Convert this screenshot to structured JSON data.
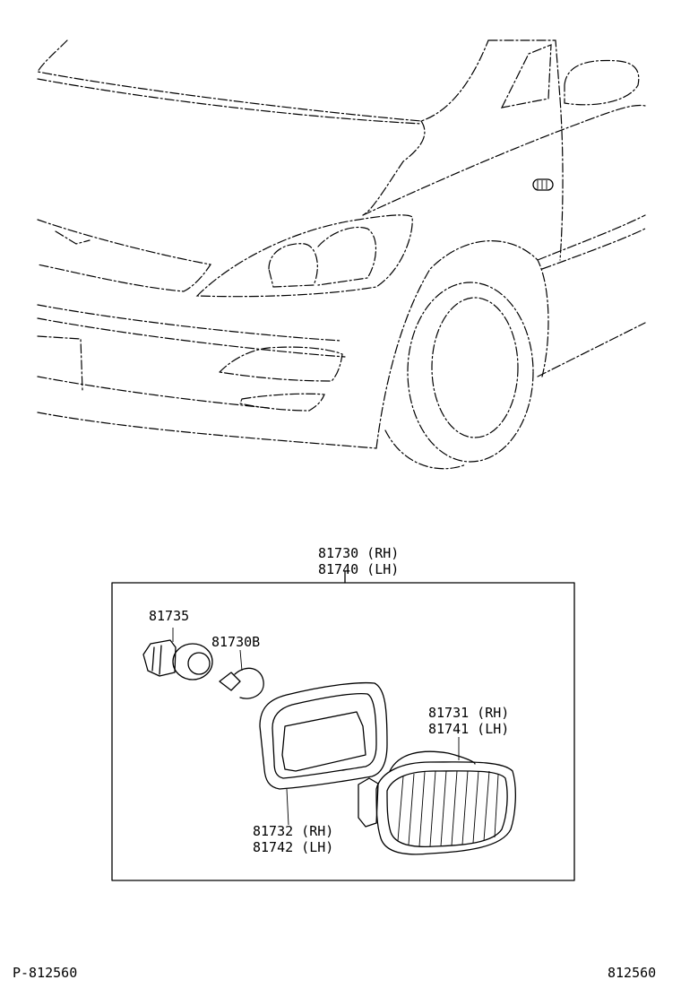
{
  "labels": {
    "assembly_rh": "81730 (RH)",
    "assembly_lh": "81740 (LH)",
    "socket": "81735",
    "bulb": "81730B",
    "lens_rh": "81731 (RH)",
    "lens_lh": "81741 (LH)",
    "gasket_rh": "81732 (RH)",
    "gasket_lh": "81742 (LH)"
  },
  "footer": {
    "page_code": "P-812560",
    "diagram_number": "812560"
  }
}
